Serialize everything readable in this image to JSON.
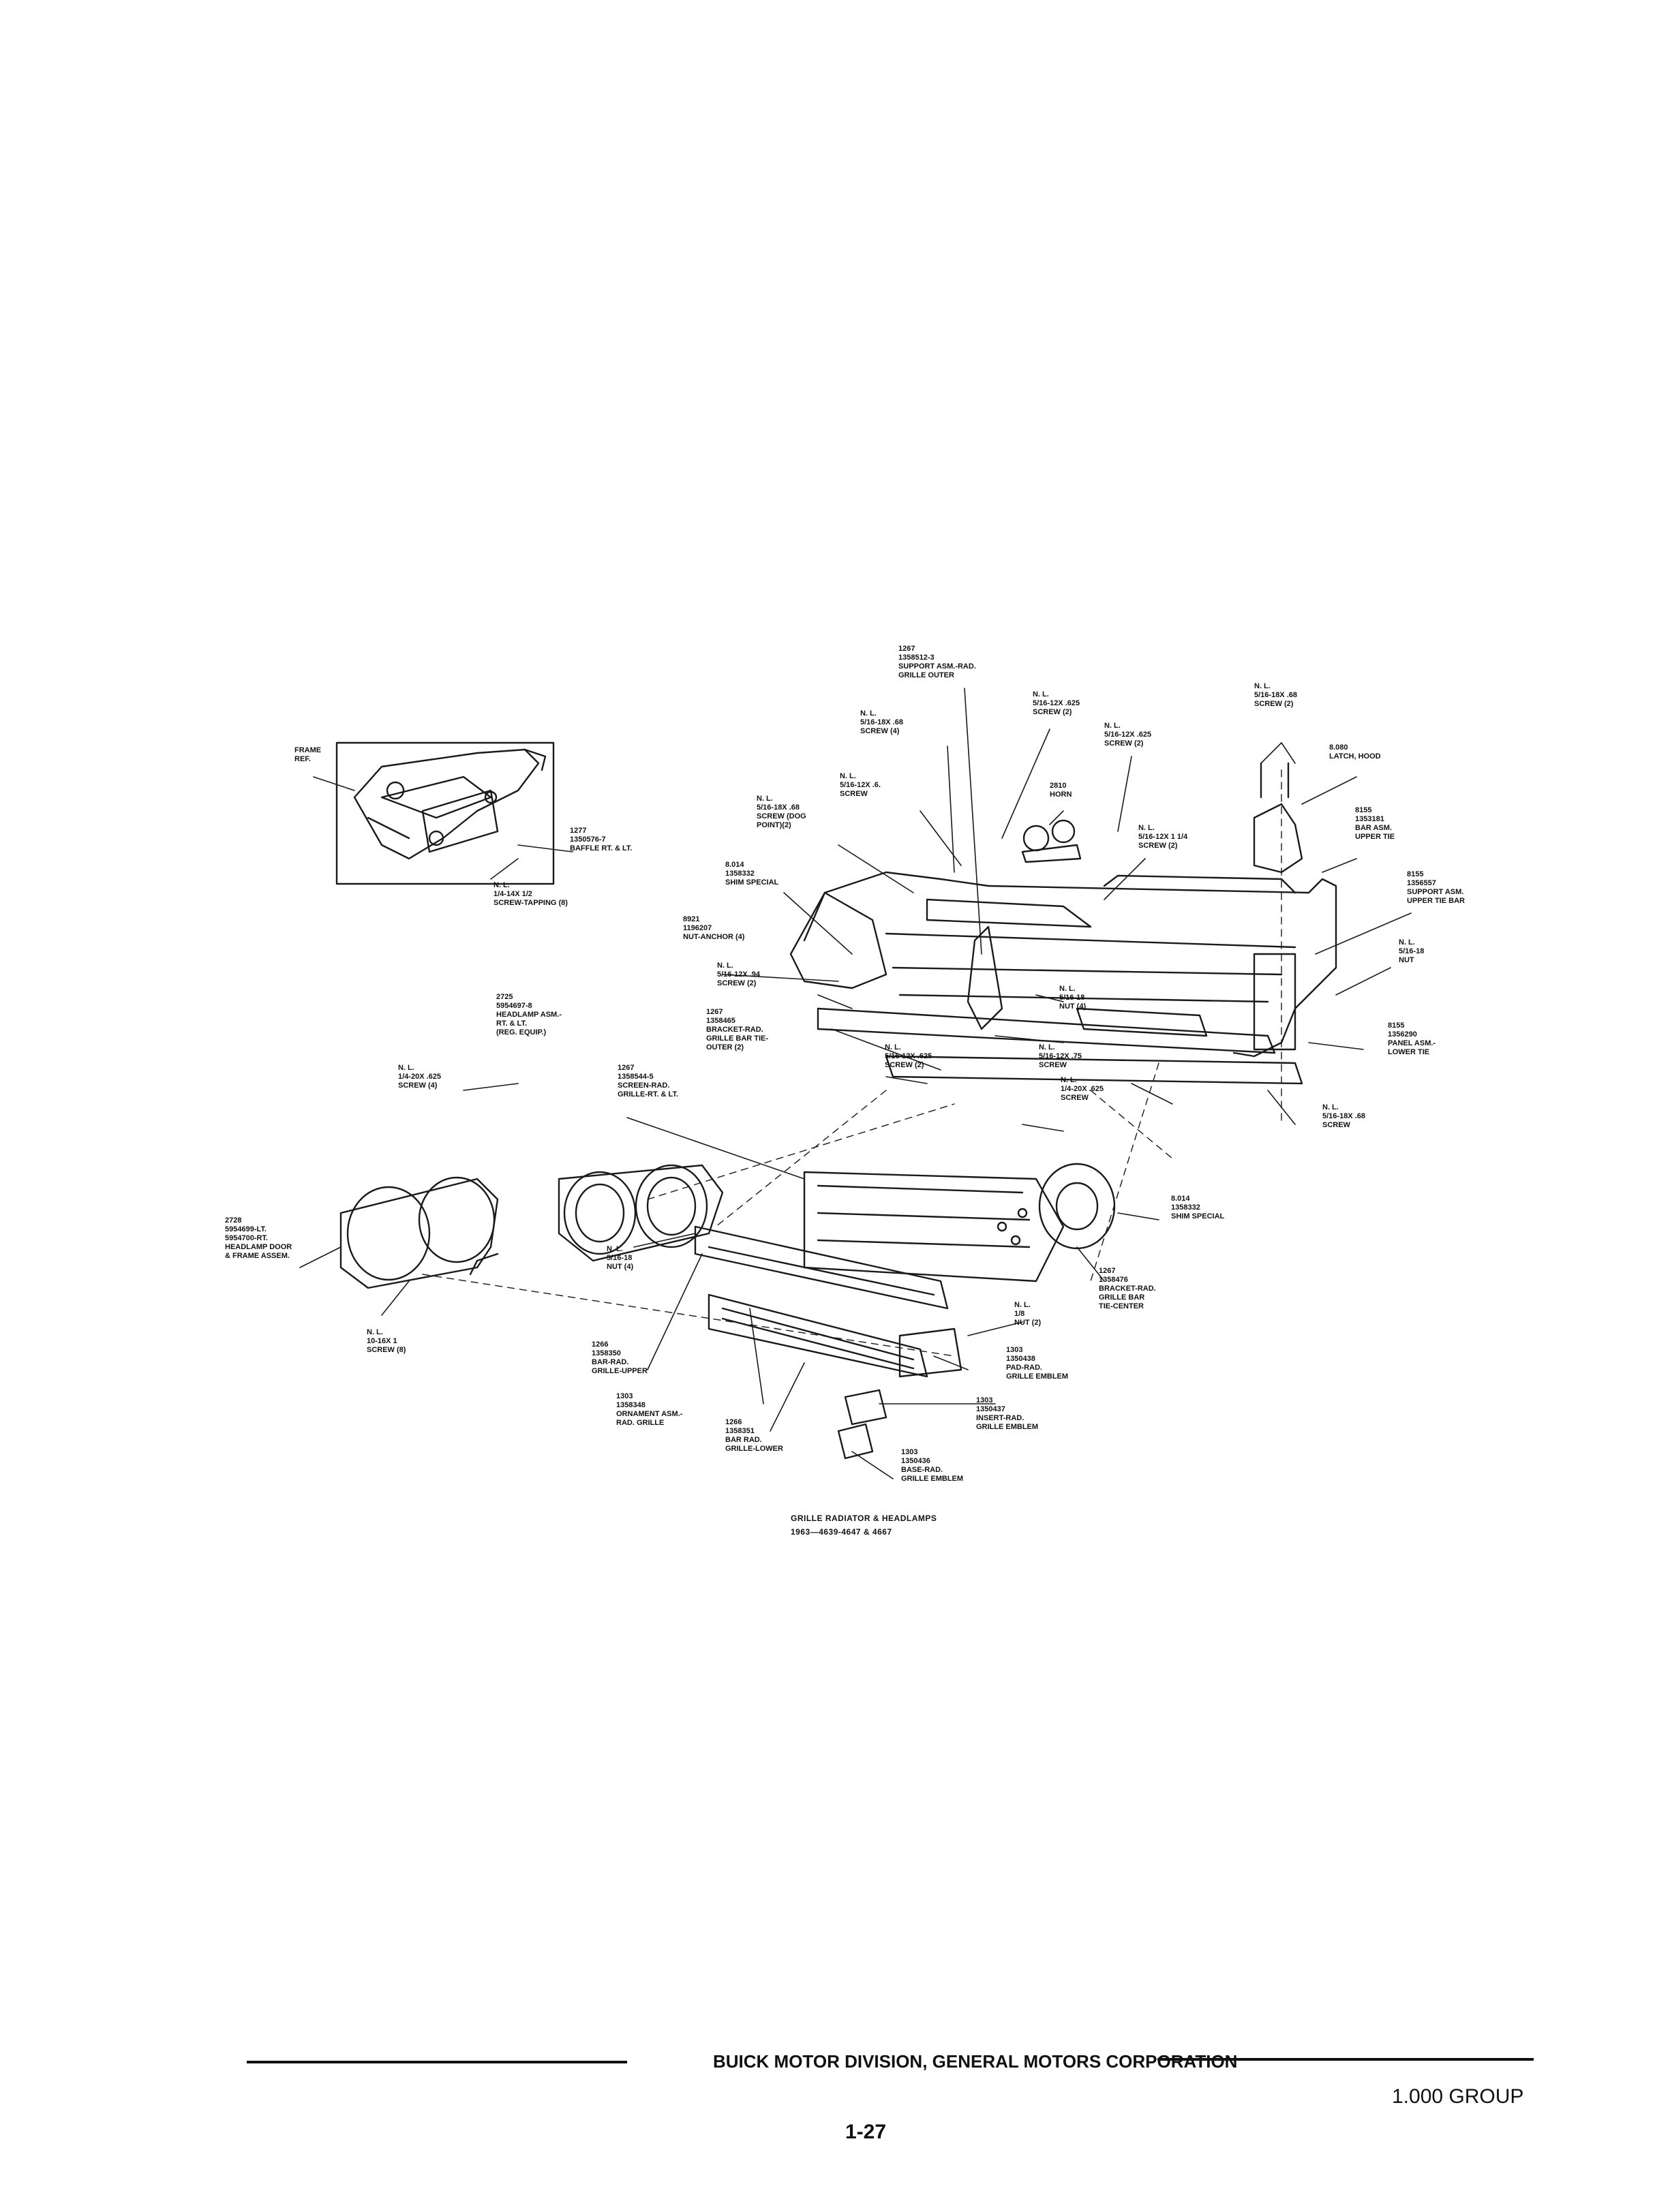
{
  "figure": {
    "caption_line1": "GRILLE RADIATOR & HEADLAMPS",
    "caption_line2": "1963—4639-4647 & 4667"
  },
  "callouts": [
    {
      "id": "support-outer",
      "lines": [
        "1267",
        "1358512-3",
        "SUPPORT ASM.-RAD.",
        "GRILLE OUTER"
      ]
    },
    {
      "id": "screw-a",
      "lines": [
        "N. L.",
        "5/16-12X .625",
        "SCREW (2)"
      ]
    },
    {
      "id": "screw-b",
      "lines": [
        "N. L.",
        "5/16-18X .68",
        "SCREW (4)"
      ]
    },
    {
      "id": "screw-c",
      "lines": [
        "N. L.",
        "5/16-12X .625",
        "SCREW (2)"
      ]
    },
    {
      "id": "screw-d",
      "lines": [
        "N. L.",
        "5/16-18X .68",
        "SCREW (2)"
      ]
    },
    {
      "id": "latch",
      "lines": [
        "8.080",
        "LATCH, HOOD"
      ]
    },
    {
      "id": "screw-e",
      "lines": [
        "N. L.",
        "5/16-12X .6.",
        "SCREW"
      ]
    },
    {
      "id": "horn",
      "lines": [
        "2810",
        "HORN"
      ]
    },
    {
      "id": "bar-upper-tie",
      "lines": [
        "8155",
        "1353181",
        "BAR ASM.",
        "UPPER TIE"
      ]
    },
    {
      "id": "screw-dog",
      "lines": [
        "N. L.",
        "5/16-18X .68",
        "SCREW (DOG",
        "POINT)(2)"
      ]
    },
    {
      "id": "screw-f",
      "lines": [
        "N. L.",
        "5/16-12X 1 1/4",
        "SCREW (2)"
      ]
    },
    {
      "id": "shim-1",
      "lines": [
        "8.014",
        "1358332",
        "SHIM SPECIAL"
      ]
    },
    {
      "id": "support-upper",
      "lines": [
        "8155",
        "1356557",
        "SUPPORT ASM.",
        "UPPER TIE BAR"
      ]
    },
    {
      "id": "frame-ref",
      "lines": [
        "FRAME",
        "REF."
      ]
    },
    {
      "id": "baffle",
      "lines": [
        "1277",
        "1350576-7",
        "BAFFLE RT. & LT."
      ]
    },
    {
      "id": "screw-tapping",
      "lines": [
        "N. L.",
        "1/4-14X 1/2",
        "SCREW-TAPPING (8)"
      ]
    },
    {
      "id": "nut-anchor",
      "lines": [
        "8921",
        "1196207",
        "NUT-ANCHOR (4)"
      ]
    },
    {
      "id": "nut-a",
      "lines": [
        "N. L.",
        "5/16-18",
        "NUT"
      ]
    },
    {
      "id": "screw-g",
      "lines": [
        "N. L.",
        "5/16-12X .94",
        "SCREW (2)"
      ]
    },
    {
      "id": "bracket-outer",
      "lines": [
        "1267",
        "1358465",
        "BRACKET-RAD.",
        "GRILLE BAR TIE-",
        "OUTER (2)"
      ]
    },
    {
      "id": "nut-b",
      "lines": [
        "N. L.",
        "5/16-18",
        "NUT (4)"
      ]
    },
    {
      "id": "headlamp",
      "lines": [
        "2725",
        "5954697-8",
        "HEADLAMP ASM.-",
        "RT. & LT.",
        "(REG. EQUIP.)"
      ]
    },
    {
      "id": "screen",
      "lines": [
        "1267",
        "1358544-5",
        "SCREEN-RAD.",
        "GRILLE-RT. & LT."
      ]
    },
    {
      "id": "panel-lower",
      "lines": [
        "8155",
        "1356290",
        "PANEL ASM.-",
        "LOWER TIE"
      ]
    },
    {
      "id": "screw-h",
      "lines": [
        "N. L.",
        "5/16-12X .625",
        "SCREW (2)"
      ]
    },
    {
      "id": "screw-i",
      "lines": [
        "N. L.",
        "5/16-12X .75",
        "SCREW"
      ]
    },
    {
      "id": "screw-j",
      "lines": [
        "N. L.",
        "1/4-20X .625",
        "SCREW (4)"
      ]
    },
    {
      "id": "screw-k",
      "lines": [
        "N. L.",
        "1/4-20X .625",
        "SCREW"
      ]
    },
    {
      "id": "screw-l",
      "lines": [
        "N. L.",
        "5/16-18X .68",
        "SCREW"
      ]
    },
    {
      "id": "shim-2",
      "lines": [
        "8.014",
        "1358332",
        "SHIM SPECIAL"
      ]
    },
    {
      "id": "headlamp-door",
      "lines": [
        "2728",
        "5954699-LT.",
        "5954700-RT.",
        "HEADLAMP DOOR",
        "& FRAME ASSEM."
      ]
    },
    {
      "id": "nut-c",
      "lines": [
        "N. L.",
        "5/16-18",
        "NUT (4)"
      ]
    },
    {
      "id": "bracket-center",
      "lines": [
        "1267",
        "1358476",
        "BRACKET-RAD.",
        "GRILLE BAR",
        "TIE-CENTER"
      ]
    },
    {
      "id": "screw-m",
      "lines": [
        "N. L.",
        "10-16X 1",
        "SCREW (8)"
      ]
    },
    {
      "id": "nut-d",
      "lines": [
        "N. L.",
        "1/8",
        "NUT (2)"
      ]
    },
    {
      "id": "bar-upper",
      "lines": [
        "1266",
        "1358350",
        "BAR-RAD.",
        "GRILLE-UPPER"
      ]
    },
    {
      "id": "pad",
      "lines": [
        "1303",
        "1350438",
        "PAD-RAD.",
        "GRILLE EMBLEM"
      ]
    },
    {
      "id": "ornament",
      "lines": [
        "1303",
        "1358348",
        "ORNAMENT ASM.-",
        "RAD. GRILLE"
      ]
    },
    {
      "id": "insert",
      "lines": [
        "1303",
        "1350437",
        "INSERT-RAD.",
        "GRILLE EMBLEM"
      ]
    },
    {
      "id": "bar-lower",
      "lines": [
        "1266",
        "1358351",
        "BAR RAD.",
        "GRILLE-LOWER"
      ]
    },
    {
      "id": "base",
      "lines": [
        "1303",
        "1350436",
        "BASE-RAD.",
        "GRILLE EMBLEM"
      ]
    }
  ],
  "footer": {
    "corporation": "BUICK MOTOR DIVISION, GENERAL MOTORS CORPORATION",
    "page_number": "1-27",
    "group": "1.000 GROUP"
  }
}
